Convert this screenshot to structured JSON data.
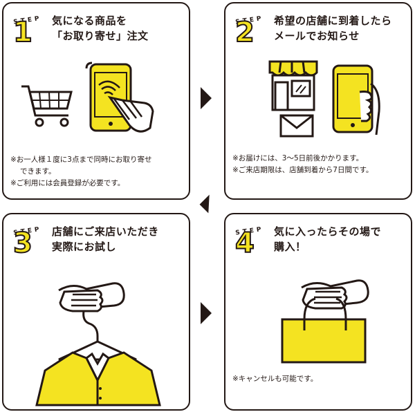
{
  "step_word": "STEP",
  "colors": {
    "accent": "#f4e321",
    "ink": "#231815"
  },
  "steps": [
    {
      "number": "1",
      "title": "気になる商品を\n「お取り寄せ」注文",
      "notes": [
        "※お一人様１度に3点まで同時にお取り寄せ",
        "できます。",
        "※ご利用には会員登録が必要です。"
      ],
      "icons": [
        "shopping-cart-icon",
        "smartphone-tap-icon"
      ]
    },
    {
      "number": "2",
      "title": "希望の店舗に到着したら\nメールでお知らせ",
      "notes": [
        "※お届けには、3〜5日前後かかります。",
        "※ご来店期限は、店舗到着から7日間です。"
      ],
      "icons": [
        "store-icon",
        "smartphone-hand-icon",
        "mail-icon"
      ]
    },
    {
      "number": "3",
      "title": "店舗にご来店いただき\n実際にお試し",
      "notes": [],
      "icons": [
        "hand-hanger-shirt-icon"
      ]
    },
    {
      "number": "4",
      "title": "気に入ったらその場で\n購入！",
      "notes": [
        "※キャンセルも可能です。"
      ],
      "icons": [
        "hand-shopping-bag-icon"
      ]
    }
  ]
}
